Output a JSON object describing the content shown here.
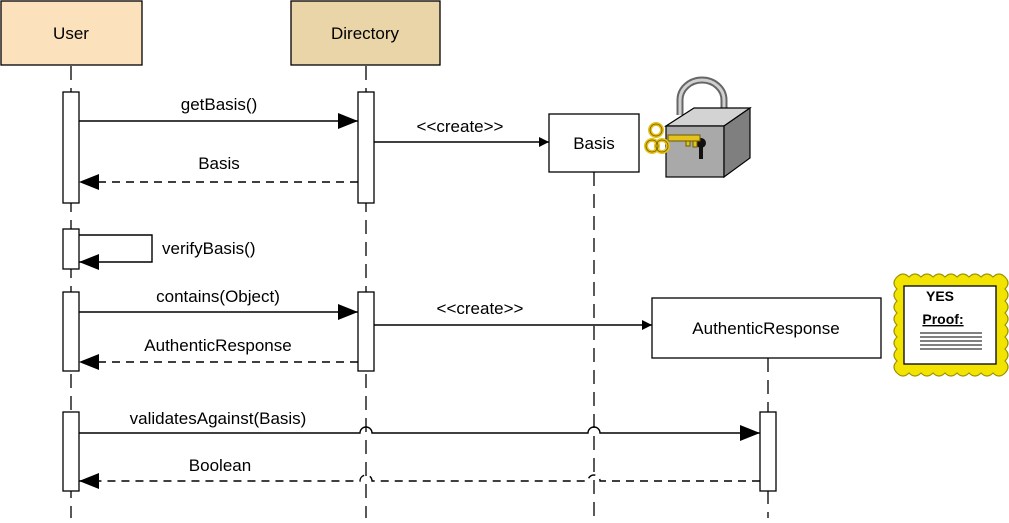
{
  "participants": {
    "user": "User",
    "directory": "Directory",
    "basis": "Basis",
    "authentic_response": "AuthenticResponse"
  },
  "messages": {
    "get_basis": "getBasis()",
    "create_basis": "<<create>>",
    "basis_return": "Basis",
    "verify_basis": "verifyBasis()",
    "contains": "contains(Object)",
    "create_response": "<<create>>",
    "authentic_response_return": "AuthenticResponse",
    "validates_against": "validatesAgainst(Basis)",
    "boolean_return": "Boolean"
  },
  "proof_card": {
    "title": "YES",
    "subtitle": "Proof:"
  },
  "colors": {
    "user_header": "#fbe1bc",
    "directory_header": "#e9d5a7",
    "lock_body": "#a9a9a9",
    "key": "#e6c21d",
    "proof_border": "#f2e400"
  },
  "icons": [
    "padlock-with-key-icon",
    "proof-certificate-icon"
  ]
}
